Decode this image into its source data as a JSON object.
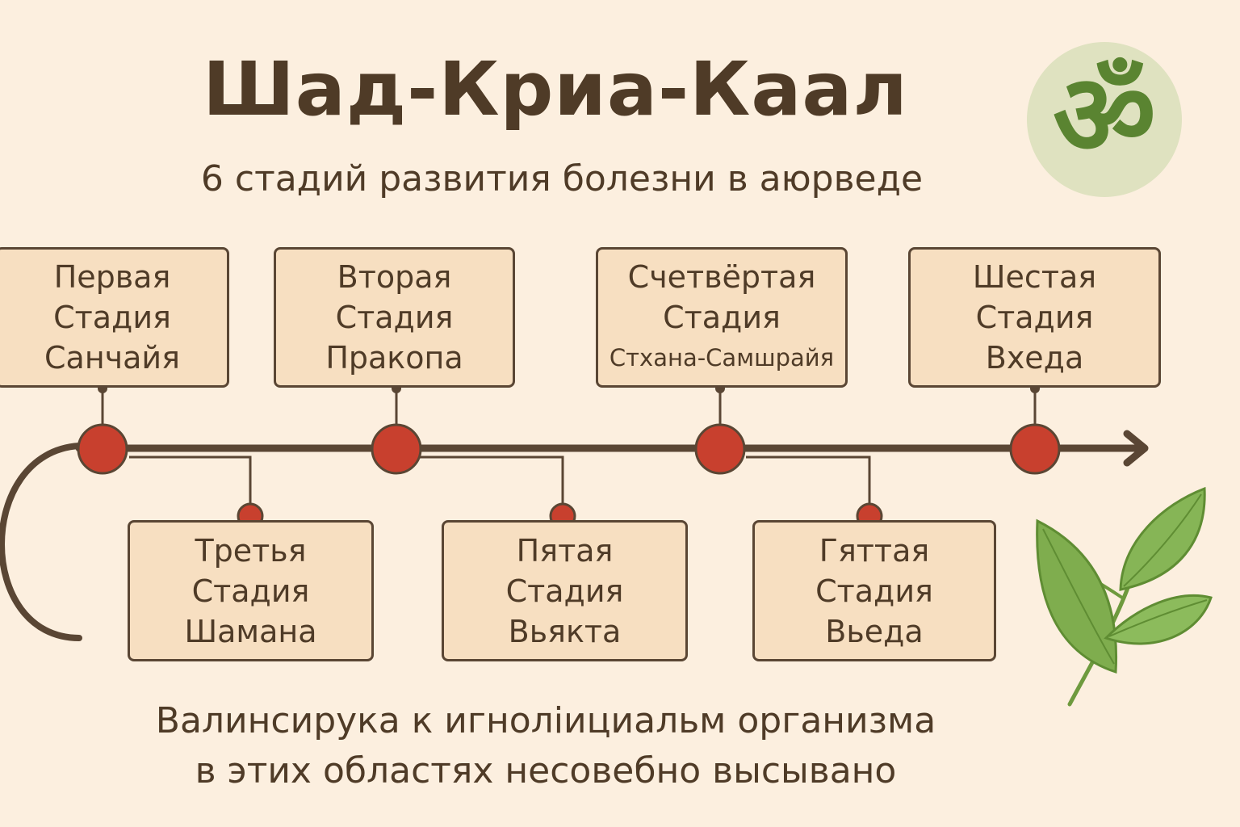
{
  "header": {
    "title": "Шад-Криа-Каал",
    "subtitle": "6 стадий развития болезни в аюрведе",
    "symbol": "ॐ"
  },
  "stages_top": [
    {
      "line1": "Первая",
      "line2": "Стадия",
      "line3": "Санчайя"
    },
    {
      "line1": "Вторая",
      "line2": "Стадия",
      "line3": "Пракопа"
    },
    {
      "line1": "Счетвёртая",
      "line2": "Стадия",
      "line3": "Стхана-Самшрайя"
    },
    {
      "line1": "Шестая",
      "line2": "Стадия",
      "line3": "Вхеда"
    }
  ],
  "stages_bottom": [
    {
      "line1": "Третья",
      "line2": "Стадия",
      "line3": "Шамана"
    },
    {
      "line1": "Пятая",
      "line2": "Стадия",
      "line3": "Вьякта"
    },
    {
      "line1": "Гяттая",
      "line2": "Стадия",
      "line3": "Вьеда"
    }
  ],
  "footer": {
    "line1": "Валинсирука к игнолiициальм организма",
    "line2": "в этих областях несовебно высывано"
  },
  "colors": {
    "background": "#fcefdf",
    "box_fill": "#f7dfc1",
    "line": "#5a4634",
    "dot": "#c8402e",
    "om_badge": "#dfe2c0",
    "om_glyph": "#5a8431",
    "leaf": "#7fad4e"
  }
}
